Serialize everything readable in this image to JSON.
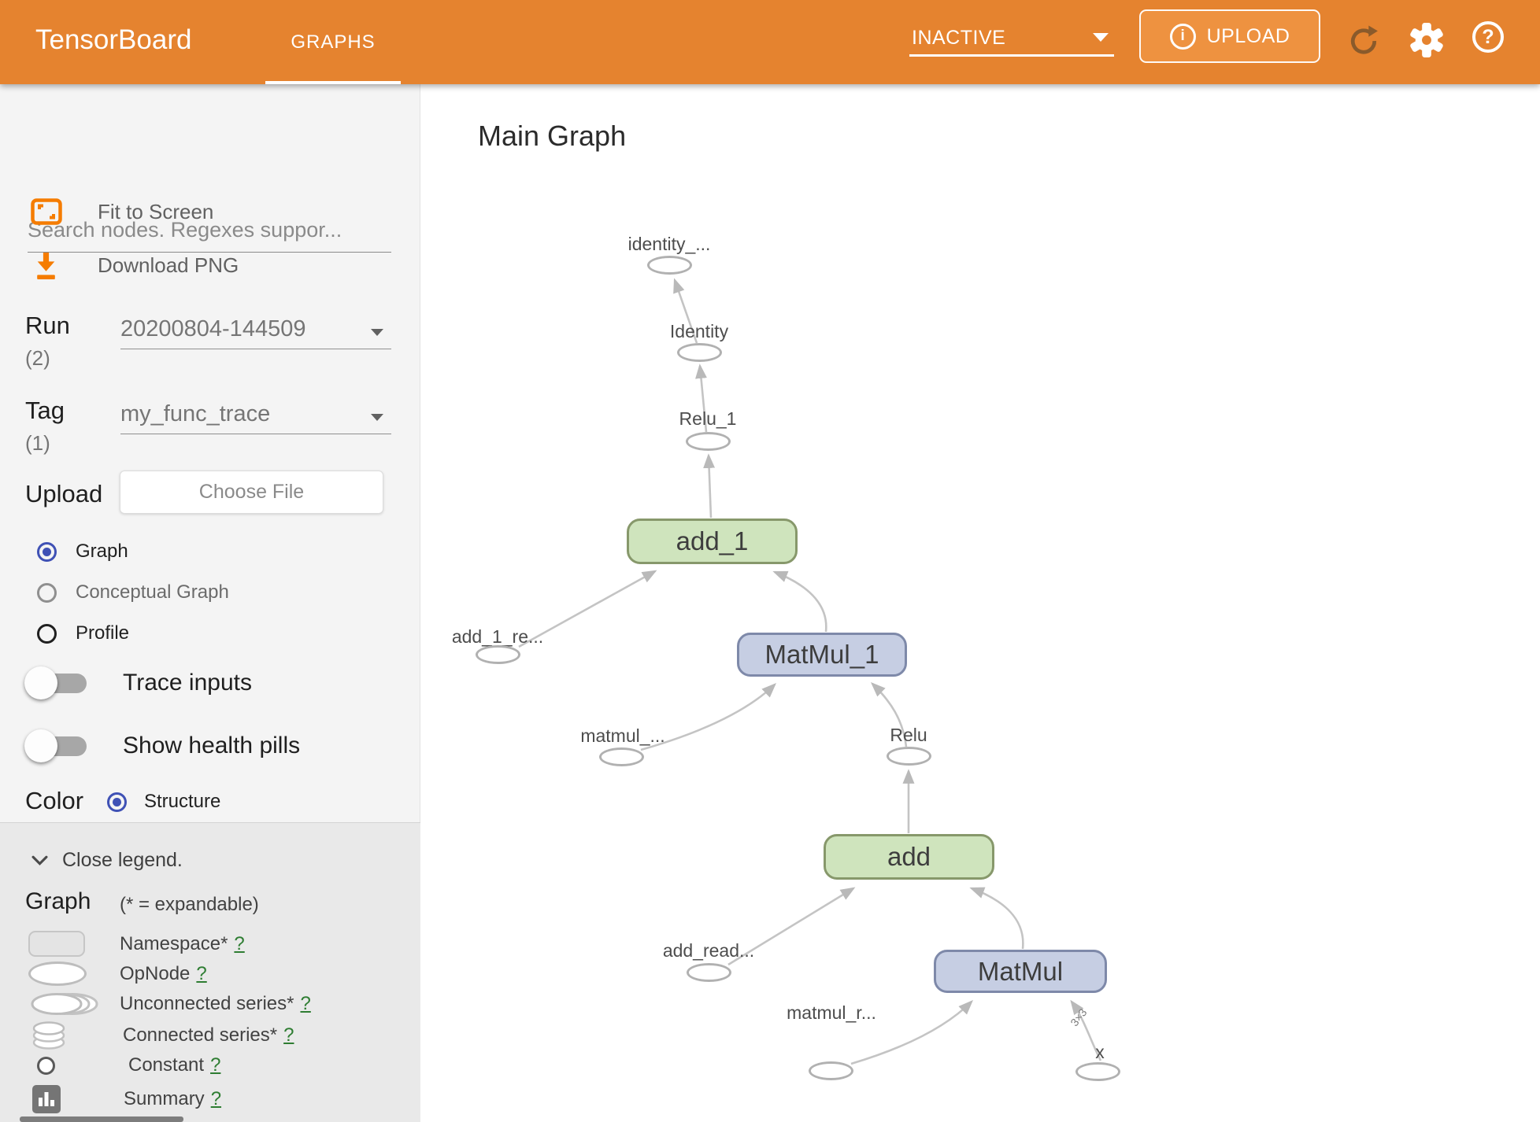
{
  "header": {
    "app_title": "TensorBoard",
    "tab_graphs": "GRAPHS",
    "status_value": "INACTIVE",
    "upload_label": "UPLOAD",
    "info_icon_glyph": "i",
    "help_icon_glyph": "?"
  },
  "sidebar": {
    "search_placeholder": "Search nodes. Regexes suppor...",
    "fit_to_screen_label": "Fit to Screen",
    "download_png_label": "Download PNG",
    "run": {
      "label": "Run",
      "count": "(2)",
      "value": "20200804-144509"
    },
    "tag": {
      "label": "Tag",
      "count": "(1)",
      "value": "my_func_trace"
    },
    "upload_label": "Upload",
    "choose_file_label": "Choose File",
    "radios": {
      "graph": "Graph",
      "conceptual": "Conceptual Graph",
      "profile": "Profile"
    },
    "toggles": {
      "trace_inputs": "Trace inputs",
      "health_pills": "Show health pills"
    },
    "color": {
      "label": "Color",
      "value": "Structure"
    },
    "legend": {
      "close_label": "Close legend.",
      "heading": "Graph",
      "note": "(* = expandable)",
      "items": [
        {
          "label": "Namespace*",
          "help": "?"
        },
        {
          "label": "OpNode",
          "help": "?"
        },
        {
          "label": "Unconnected series*",
          "help": "?"
        },
        {
          "label": "Connected series*",
          "help": "?"
        },
        {
          "label": "Constant",
          "help": "?"
        },
        {
          "label": "Summary",
          "help": "?"
        }
      ]
    }
  },
  "graph": {
    "title": "Main Graph",
    "nodes": {
      "identity_out": "identity_...",
      "identity": "Identity",
      "relu_1": "Relu_1",
      "add_1": "add_1",
      "add_1_read": "add_1_re...",
      "matmul_1": "MatMul_1",
      "matmul_2_read": "matmul_...",
      "relu": "Relu",
      "add": "add",
      "add_read": "add_read...",
      "matmul": "MatMul",
      "matmul_read": "matmul_r...",
      "x": "x"
    },
    "edge_shape_label": "3×3"
  },
  "colors": {
    "header_bg": "#e5832f",
    "accent_orange": "#f57c00",
    "radio_selected_blue": "#3f51b5",
    "group_node_green": "#cfe4bd",
    "group_node_blue": "#c6cee3",
    "help_link_green": "#2e7d32"
  }
}
